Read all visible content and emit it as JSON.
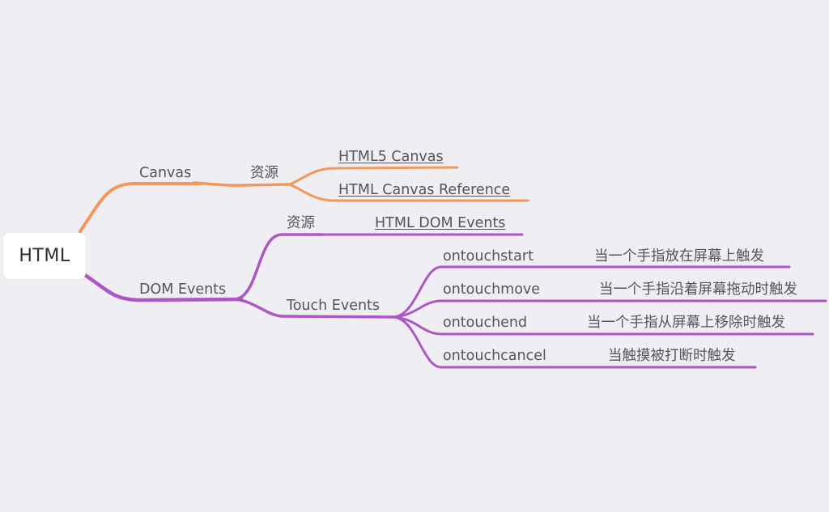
{
  "root": {
    "label": "HTML"
  },
  "colors": {
    "canvas_branch": "#f4975e",
    "dom_branch": "#ad56c7",
    "background": "#efeef3"
  },
  "canvas": {
    "label": "Canvas",
    "resources": {
      "label": "资源",
      "links": [
        "HTML5 Canvas",
        "HTML Canvas Reference"
      ]
    }
  },
  "dom_events": {
    "label": "DOM Events",
    "resources": {
      "label": "资源",
      "link": "HTML DOM Events"
    },
    "touch_events": {
      "label": "Touch Events",
      "items": [
        {
          "name": "ontouchstart",
          "desc": "当一个手指放在屏幕上触发"
        },
        {
          "name": "ontouchmove",
          "desc": "当一个手指沿着屏幕拖动时触发"
        },
        {
          "name": "ontouchend",
          "desc": "当一个手指从屏幕上移除时触发"
        },
        {
          "name": "ontouchcancel",
          "desc": "当触摸被打断时触发"
        }
      ]
    }
  }
}
